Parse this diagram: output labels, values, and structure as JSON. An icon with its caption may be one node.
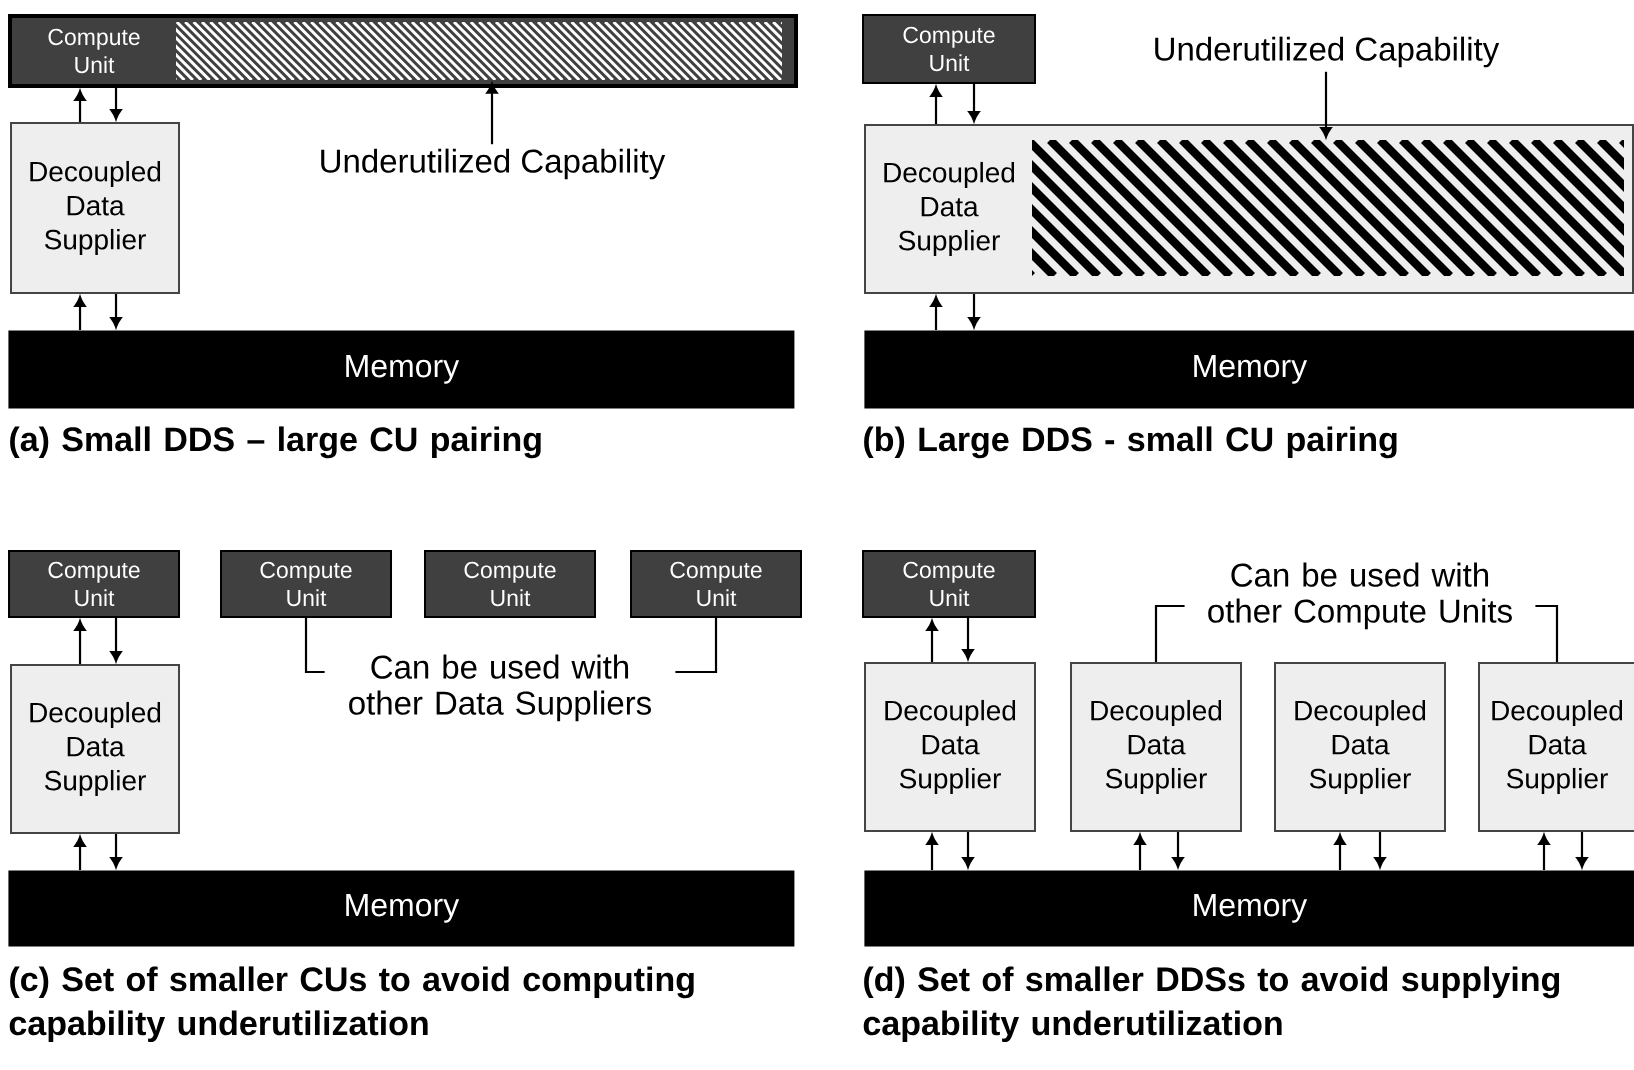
{
  "diagram": {
    "nodes": [
      {
        "text": [
          "Compute Unit"
        ]
      },
      {
        "text": [],
        "shape": "box",
        "in": 0
      },
      {
        "text": [
          "Decoupled Data Supplier"
        ]
      },
      {
        "text": [
          "Memory"
        ]
      },
      {
        "text": [
          "Underutilized Capability"
        ]
      },
      {
        "text": [
          "Compute Unit"
        ]
      },
      {
        "text": [
          "Decoupled Data Supplier"
        ]
      },
      {
        "text": [],
        "shape": "box",
        "in": 6
      },
      {
        "text": [
          "Memory"
        ]
      },
      {
        "text": [
          "Underutilized Capability"
        ]
      },
      {
        "text": [
          "Compute Unit"
        ]
      },
      {
        "text": [
          "Compute Unit"
        ]
      },
      {
        "text": [
          "Compute Unit"
        ]
      },
      {
        "text": [
          "Compute Unit"
        ]
      },
      {
        "text": [
          "Decoupled Data Supplier"
        ]
      },
      {
        "text": [
          "Memory"
        ]
      },
      {
        "text": [
          "Can be used with other Data Suppliers"
        ]
      },
      {
        "text": [
          "Compute Unit"
        ]
      },
      {
        "text": [
          "Decoupled Data Supplier"
        ]
      },
      {
        "text": [
          "Decoupled Data Supplier"
        ]
      },
      {
        "text": [
          "Decoupled Data Supplier"
        ]
      },
      {
        "text": [
          "Decoupled Data Supplier"
        ]
      },
      {
        "text": [
          "Memory"
        ]
      },
      {
        "text": [
          "Can be used with other Compute Units"
        ]
      }
    ],
    "edges": [
      {
        "from": 2,
        "to": 0,
        "arrow": "to"
      },
      {
        "from": 0,
        "to": 2,
        "arrow": "to"
      },
      {
        "from": 3,
        "to": 2,
        "arrow": "to"
      },
      {
        "from": 2,
        "to": 3,
        "arrow": "to"
      },
      {
        "from": 4,
        "to": 1,
        "arrow": "to"
      },
      {
        "from": 6,
        "to": 5,
        "arrow": "to"
      },
      {
        "from": 5,
        "to": 6,
        "arrow": "to"
      },
      {
        "from": 8,
        "to": 6,
        "arrow": "to"
      },
      {
        "from": 6,
        "to": 8,
        "arrow": "to"
      },
      {
        "from": 9,
        "to": 7,
        "arrow": "to"
      },
      {
        "from": 14,
        "to": 10,
        "arrow": "to"
      },
      {
        "from": 10,
        "to": 14,
        "arrow": "to"
      },
      {
        "from": 15,
        "to": 14,
        "arrow": "to"
      },
      {
        "from": 14,
        "to": 15,
        "arrow": "to"
      },
      {
        "from": 11,
        "to": 16,
        "arrow": "none"
      },
      {
        "from": 13,
        "to": 16,
        "arrow": "none"
      },
      {
        "from": 18,
        "to": 17,
        "arrow": "to"
      },
      {
        "from": 17,
        "to": 18,
        "arrow": "to"
      },
      {
        "from": 22,
        "to": 18,
        "arrow": "to"
      },
      {
        "from": 18,
        "to": 22,
        "arrow": "to"
      },
      {
        "from": 22,
        "to": 19,
        "arrow": "to"
      },
      {
        "from": 19,
        "to": 22,
        "arrow": "to"
      },
      {
        "from": 22,
        "to": 20,
        "arrow": "to"
      },
      {
        "from": 20,
        "to": 22,
        "arrow": "to"
      },
      {
        "from": 22,
        "to": 21,
        "arrow": "to"
      },
      {
        "from": 21,
        "to": 22,
        "arrow": "to"
      },
      {
        "from": 19,
        "to": 23,
        "arrow": "none"
      },
      {
        "from": 21,
        "to": 23,
        "arrow": "none"
      }
    ],
    "labels": [
      "(a) Small DDS – large CU pairing",
      "(b) Large DDS - small CU pairing",
      "(c) Set of smaller CUs to avoid computing capability underutilization",
      "(d) Set of smaller DDSs to avoid supplying capability underutilization"
    ]
  }
}
